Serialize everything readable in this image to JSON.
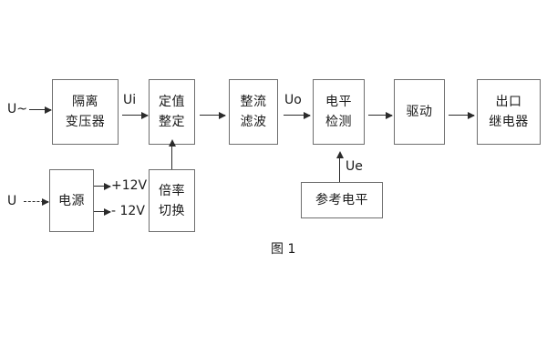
{
  "diagram": {
    "caption": "图 1",
    "blocks": [
      {
        "id": "isolation-transformer",
        "lines": [
          "隔离",
          "变压器"
        ]
      },
      {
        "id": "setting-value",
        "lines": [
          "定值",
          "整定"
        ]
      },
      {
        "id": "rectify-filter",
        "lines": [
          "整流",
          "滤波"
        ]
      },
      {
        "id": "level-detect",
        "lines": [
          "电平",
          "检测"
        ]
      },
      {
        "id": "drive",
        "lines": [
          "驱动"
        ]
      },
      {
        "id": "output-relay",
        "lines": [
          "出口",
          "继电器"
        ]
      },
      {
        "id": "power-supply",
        "lines": [
          "电源"
        ]
      },
      {
        "id": "multiplier-switch",
        "lines": [
          "倍率",
          "切换"
        ]
      },
      {
        "id": "reference-level",
        "lines": [
          "参考电平"
        ]
      }
    ],
    "signals": {
      "ac_input": "U~",
      "dc_input": "U",
      "ui": "Ui",
      "uo": "Uo",
      "ue": "Ue",
      "rail_positive": "+12V",
      "rail_negative": "- 12V"
    }
  },
  "colors": {
    "background": "#ffffff",
    "block_border": "#6e6e6e",
    "line": "#2b2b2b",
    "text": "#1a1a1a"
  }
}
